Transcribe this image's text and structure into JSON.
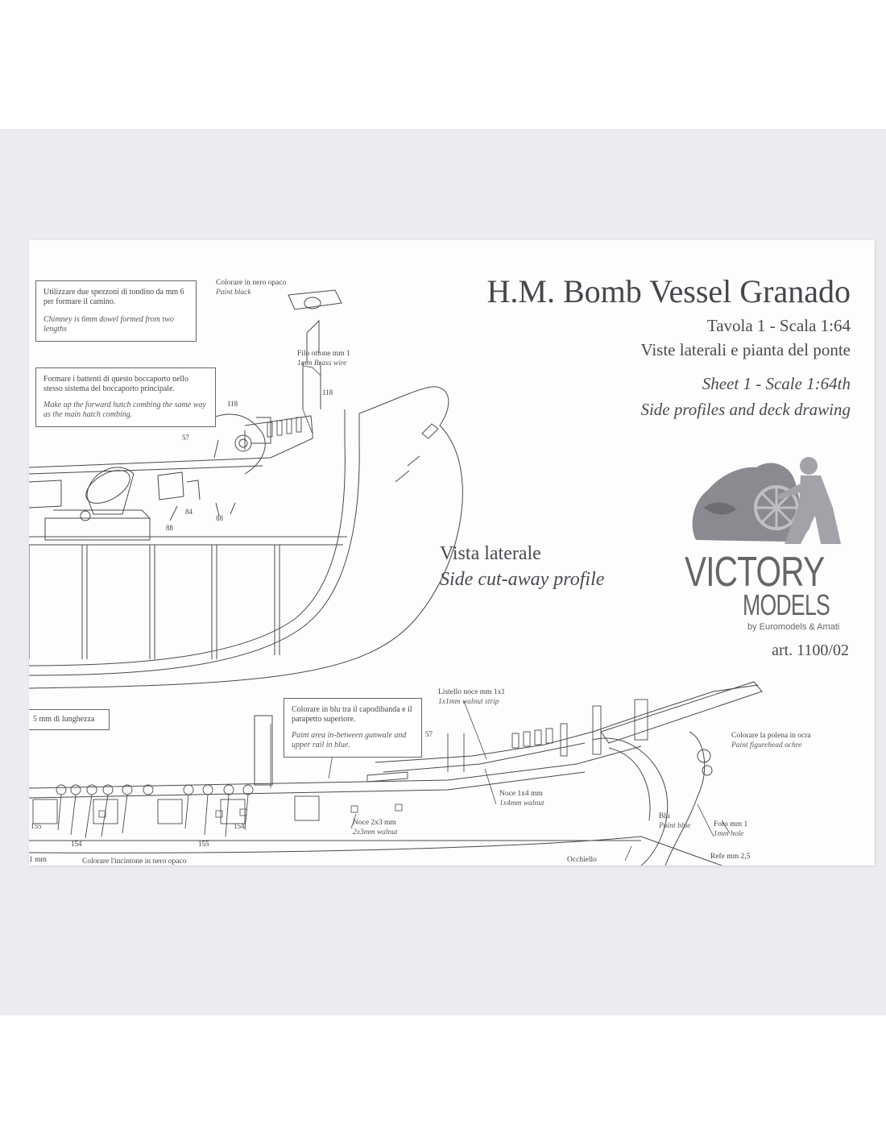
{
  "title": "H.M. Bomb Vessel Granado",
  "subtitle_it_1": "Tavola 1 - Scala 1:64",
  "subtitle_it_2": "Viste laterali e pianta del ponte",
  "subtitle_en_1": "Sheet 1 - Scale 1:64th",
  "subtitle_en_2": "Side profiles and deck drawing",
  "view_it": "Vista laterale",
  "view_en": "Side cut-away profile",
  "logo": {
    "word1": "VICTORY",
    "word2": "MODELS",
    "byline": "by Euromodels & Amati"
  },
  "article": "art. 1100/02",
  "notes": {
    "chimney": {
      "it": "Utilizzare due spezzoni di tondino da mm 6 per formare il camino.",
      "en": "Chimney is 6mm dowel formed from two lengths"
    },
    "hatch": {
      "it": "Formare i battenti di questo boccaporto nello stesso sistema del boccaporto principale.",
      "en": "Make up the forward hatch combing the same way as the main hatch combing."
    },
    "paint_black": {
      "it": "Colorare in nero opaco",
      "en": "Paint black"
    },
    "brass_wire": {
      "it": "Filo ottone mm 1",
      "en": "1mm Brass wire"
    },
    "length": {
      "it": "5 mm di lunghezza"
    },
    "blue_area": {
      "it": "Colorare in blu tra il capodibanda e il parapetto superiore.",
      "en": "Paint area in-between gunwale and upper rail in blue."
    },
    "walnut_strip": {
      "it": "Listello noce mm 1x1",
      "en": "1x1mm walnut strip"
    },
    "figurehead": {
      "it": "Colorare la polena in ocra",
      "en": "Paint figurehead ochre"
    },
    "noce_1x4": {
      "it": "Noce 1x4 mm",
      "en": "1x4mm walnut"
    },
    "noce_2x3": {
      "it": "Noce 2x3 mm",
      "en": "2x3mm walnut"
    },
    "blu": {
      "it": "Blu",
      "en": "Paint blue"
    },
    "hole": {
      "it": "Foro mm 1",
      "en": "1mm hole"
    },
    "occhiello": {
      "it": "Occhiello"
    },
    "refe": {
      "it": "Refe mm 2,5"
    },
    "wale": {
      "it": "Colorare l'incintone in nero opaco"
    },
    "mm1": {
      "it": "1 mm"
    }
  },
  "part_numbers": {
    "n118a": "118",
    "n118b": "118",
    "n57a": "57",
    "n84": "84",
    "n88a": "88",
    "n88b": "88",
    "n57b": "57",
    "n155a": "155",
    "n154a": "154",
    "n155b": "155",
    "n154b": "154"
  }
}
